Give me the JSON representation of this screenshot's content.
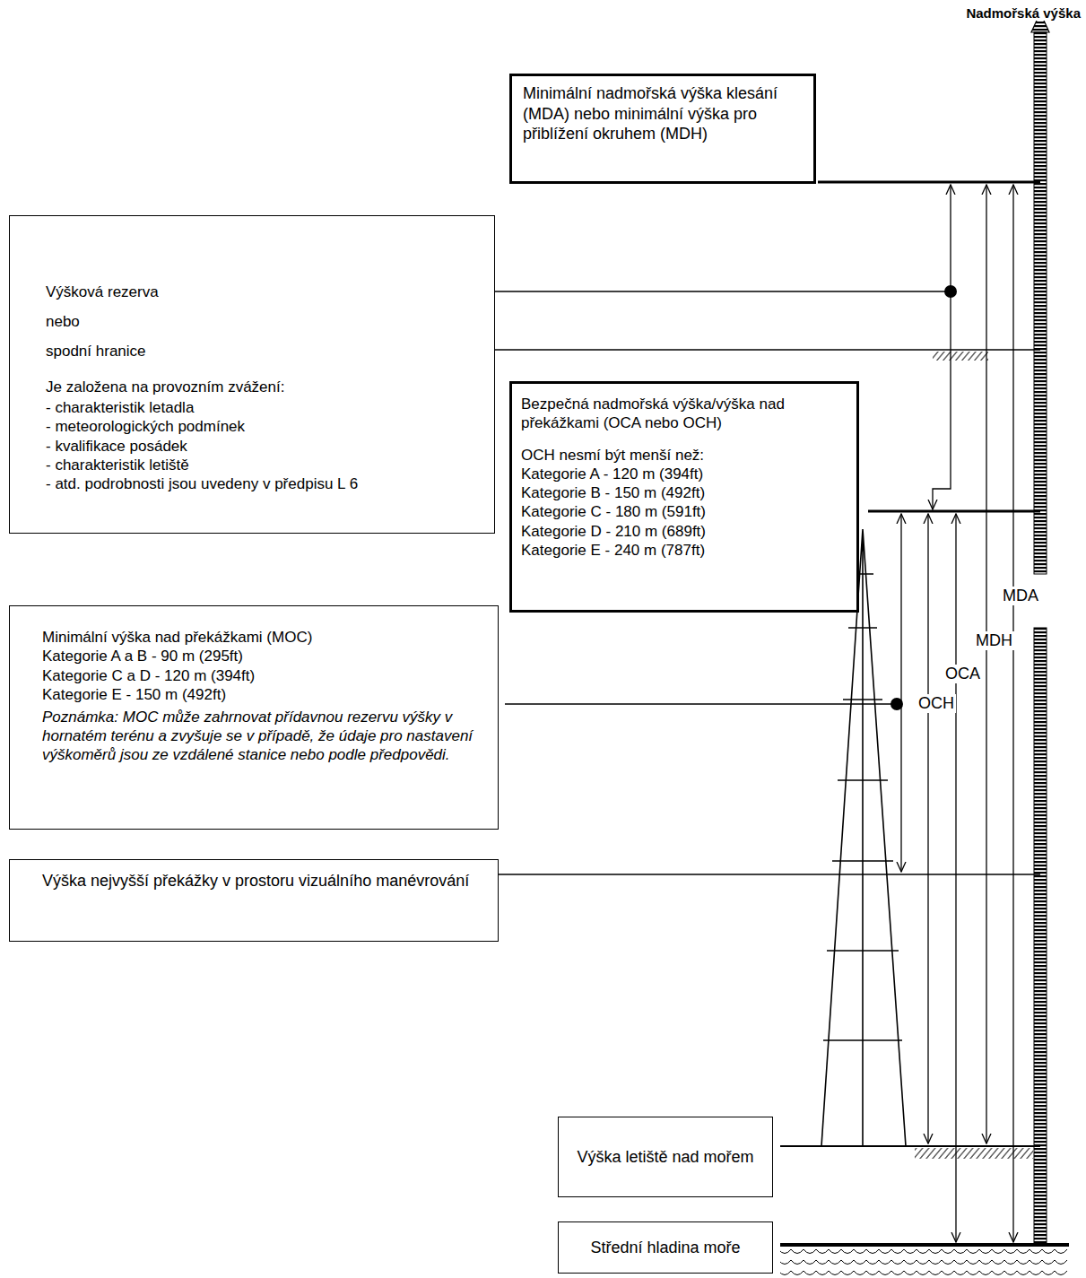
{
  "diagram": {
    "nodes": [
      {
        "text": [
          "Minimální nadmořská výška klesání (MDA) nebo minimální výška pro přiblížení okruhem (MDH)"
        ]
      },
      {
        "text": [
          "Výšková rezerva",
          "nebo",
          "spodní hranice",
          "Je založena na provozním zvážení:",
          "- charakteristik letadla",
          "- meteorologických podmínek",
          "- kvalifikace posádek",
          "- charakteristik letiště",
          "- atd. podrobnosti jsou uvedeny v předpisu L 6"
        ]
      },
      {
        "text": [
          "Bezpečná nadmořská výška/výška nad překážkami (OCA nebo OCH)",
          "OCH nesmí být menší než:",
          "Kategorie A - 120 m (394ft)",
          "Kategorie B - 150 m (492ft)",
          "Kategorie C - 180 m (591ft)",
          "Kategorie D - 210 m (689ft)",
          "Kategorie E - 240 m (787ft)"
        ]
      },
      {
        "text": [
          "Minimální výška nad překážkami (MOC)",
          "Kategorie A a B - 90 m (295ft)",
          "Kategorie C a D - 120 m (394ft)",
          "Kategorie E - 150 m (492ft)",
          "Poznámka: MOC může zahrnovat přídavnou rezervu výšky v hornatém terénu a zvyšuje se v případě, že údaje pro nastavení výškoměrů jsou ze vzdálené stanice nebo podle předpovědi."
        ]
      },
      {
        "text": [
          "Výška nejvyšší překážky v prostoru vizuálního manévrování"
        ]
      },
      {
        "text": [
          "Výška letiště nad mořem"
        ]
      },
      {
        "text": [
          "Střední hladina moře"
        ]
      }
    ],
    "labels": [
      "Nadmořská výška",
      "MDA",
      "MDH",
      "OCA",
      "OCH"
    ]
  }
}
